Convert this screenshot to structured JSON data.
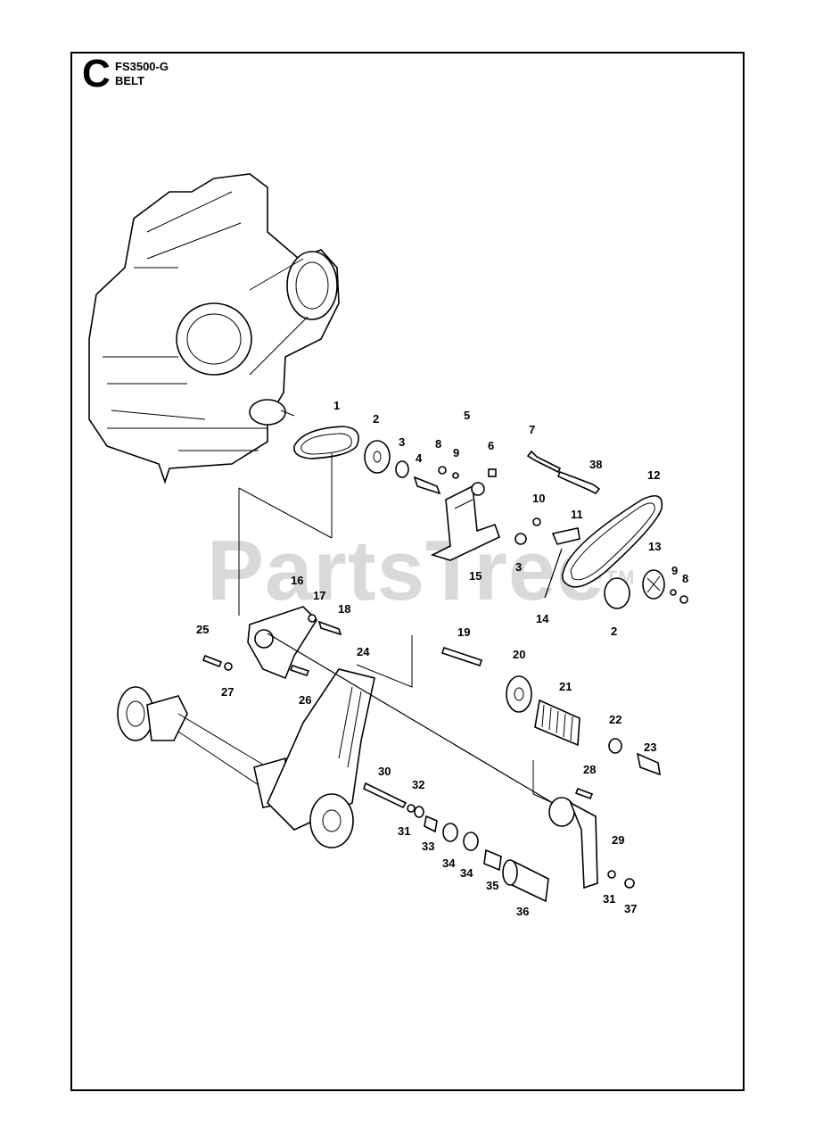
{
  "header": {
    "section_letter": "C",
    "model": "FS3500-G",
    "section_name": "BELT"
  },
  "watermark": {
    "brand": "PartsTree",
    "trademark": "TM"
  },
  "callouts": [
    "1",
    "2",
    "3",
    "4",
    "5",
    "6",
    "7",
    "8",
    "9",
    "10",
    "11",
    "12",
    "13",
    "14",
    "15",
    "16",
    "17",
    "18",
    "19",
    "20",
    "21",
    "22",
    "23",
    "24",
    "25",
    "26",
    "27",
    "28",
    "29",
    "30",
    "31",
    "32",
    "33",
    "34",
    "35",
    "36",
    "37",
    "38"
  ]
}
